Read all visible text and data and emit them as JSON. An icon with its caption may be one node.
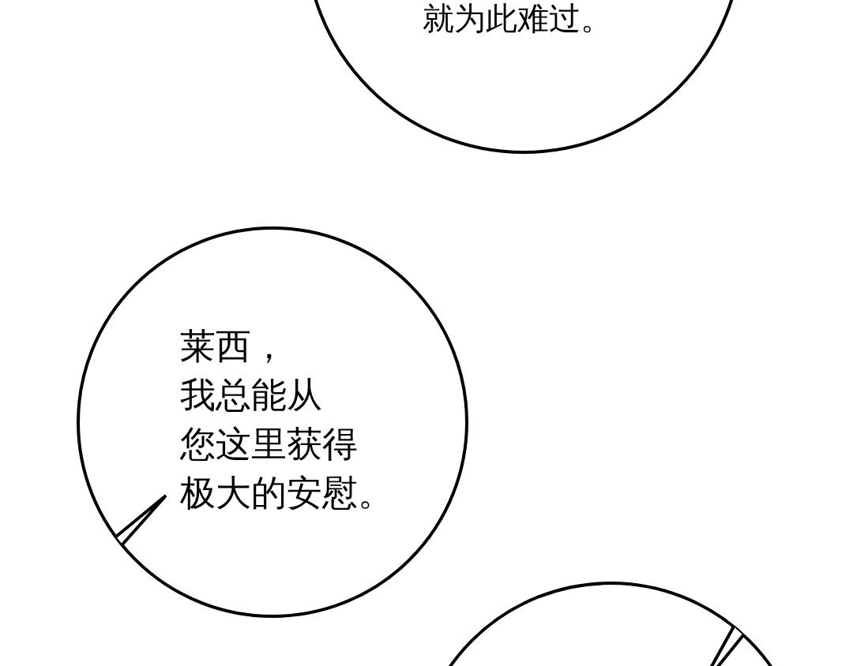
{
  "diagram": {
    "nodes": [
      {
        "text": [
          "就为此难过。"
        ]
      },
      {
        "text": [
          "莱西，我总能从您这里获得极大的安慰。"
        ]
      },
      {
        "text": [],
        "shape": "circle"
      }
    ]
  }
}
